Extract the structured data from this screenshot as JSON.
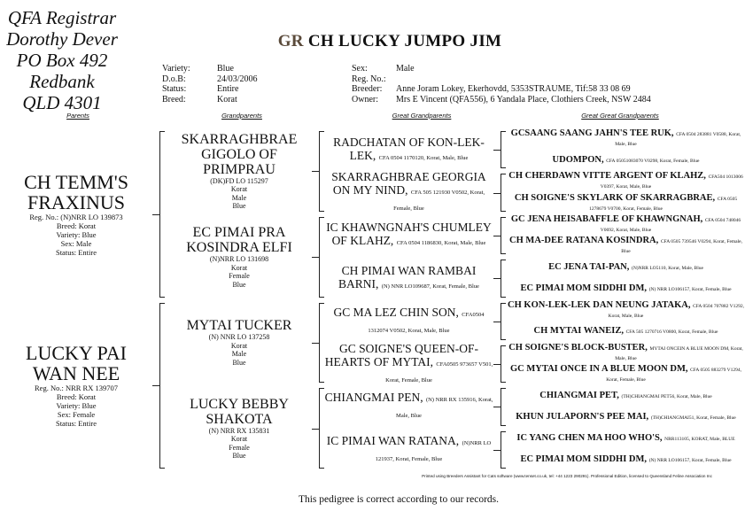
{
  "registrar": {
    "lines": [
      "QFA Registrar",
      "Dorothy Dever",
      "PO Box 492  Redbank",
      "QLD 4301"
    ]
  },
  "title": {
    "prefix": "GR",
    "name": "CH LUCKY JUMPO JIM"
  },
  "info_left": [
    {
      "label": "Variety:",
      "value": "Blue"
    },
    {
      "label": "D.o.B:",
      "value": "24/03/2006"
    },
    {
      "label": "Status:",
      "value": "Entire"
    },
    {
      "label": "Breed:",
      "value": "Korat"
    }
  ],
  "info_right": [
    {
      "label": "Sex:",
      "value": "Male"
    },
    {
      "label": "Reg. No.:",
      "value": ""
    },
    {
      "label": "Breeder:",
      "value": "Anne Joram Lokey, Ekerhovdd, 5353STRAUME, Tif:58 33 08 69"
    },
    {
      "label": "Owner:",
      "value": "Mrs E Vincent (QFA556), 6 Yandala Place, Clothiers Creek, NSW 2484"
    }
  ],
  "column_headers": [
    "Parents",
    "Grandparents",
    "Great Grandparents",
    "Great Great Grandparents"
  ],
  "pedigree": {
    "parents": [
      {
        "name": "CH TEMM'S FRAXINUS",
        "details": [
          "Reg. No.: (N)NRR LO 139873",
          "Breed: Korat",
          "Variety: Blue",
          "Sex: Male",
          "Status: Entire"
        ]
      },
      {
        "name": "LUCKY PAI WAN NEE",
        "details": [
          "Reg. No.: NRR RX 139707",
          "Breed: Korat",
          "Variety: Blue",
          "Sex: Female",
          "Status: Entire"
        ]
      }
    ],
    "grandparents": [
      {
        "name": "SKARRAGHBRAE GIGOLO OF PRIMPRAU",
        "details": [
          "(DK)FD LO 115297",
          "Korat",
          "Male",
          "Blue"
        ]
      },
      {
        "name": "EC PIMAI PRA KOSINDRA ELFI",
        "details": [
          "(N)NRR LO 131698",
          "Korat",
          "Female",
          "Blue"
        ]
      },
      {
        "name": "MYTAI TUCKER",
        "details": [
          "(N) NNR LO 137258",
          "Korat",
          "Male",
          "Blue"
        ]
      },
      {
        "name": "LUCKY BEBBY SHAKOTA",
        "details": [
          "(N) NRR RX 135831",
          "Korat",
          "Female",
          "Blue"
        ]
      }
    ],
    "great_grandparents": [
      {
        "name": "RADCHATAN OF KON-LEK-LEK,",
        "details": "CFA 0504 1170120, Korat, Male, Blue"
      },
      {
        "name": "SKARRAGHBRAE GEORGIA ON MY NIND,",
        "details": "CFA 505 121930 V0502, Korat, Female, Blue"
      },
      {
        "name": "IC KHAWNGNAH'S CHUMLEY OF KLAHZ,",
        "details": "CFA 0504 1186830, Korat, Male, Blue"
      },
      {
        "name": "CH PIMAI WAN RAMBAI BARNI,",
        "details": "(N) NNR LO109687, Korat, Female, Blue"
      },
      {
        "name": "GC MA LEZ CHIN SON,",
        "details": "CFA0504 1312074 V0502, Korat, Male, Blue"
      },
      {
        "name": "GC SOIGNE'S QUEEN-OF-HEARTS OF MYTAI,",
        "details": "CFA0505 973657 V501, Korat, Female, Blue"
      },
      {
        "name": "CHIANGMAI PEN,",
        "details": "(N) NRR RX 135916, Korat, Male, Blue"
      },
      {
        "name": "IC PIMAI WAN RATANA,",
        "details": "(N)NRR LO 121937, Korat, Female, Blue"
      }
    ],
    "great_great_grandparents": [
      {
        "name": "GCSAANG SAANG JAHN'S TEE RUK,",
        "details": "CFA 0504 283881 V0588, Korat, Male, Blue"
      },
      {
        "name": "UDOMPON,",
        "details": "CFA 05051083070 V0298, Korat, Female, Blue"
      },
      {
        "name": "CH CHERDAWN VITTE ARGENT OF KLAHZ,",
        "details": "CFA504 1013006 V0397, Korat, Male, Blue"
      },
      {
        "name": "CH SOIGNE'S SKYLARK OF SKARRAGBRAE,",
        "details": "CFA 0505 1278679 V0700, Korat, Female, Blue"
      },
      {
        "name": "GC JENA HEISABAFFLE OF KHAWNGNAH,",
        "details": "CFA 0504 748046 V0692, Korat, Male, Blue"
      },
      {
        "name": "CH MA-DEE RATANA KOSINDRA,",
        "details": "CFA 0505 739546 V0294, Korat, Female, Blue"
      },
      {
        "name": "EC JENA TAI-PAN,",
        "details": "(N)NRR LO5110, Korat, Male, Blue"
      },
      {
        "name": "EC PIMAI MOM SIDDHI DM,",
        "details": "(N) NRR LO106157, Korat, Female, Blue"
      },
      {
        "name": "CH KON-LEK-LEK DAN NEUNG JATAKA,",
        "details": "CFA 0504 707882 V1292, Korat, Male, Blue"
      },
      {
        "name": "CH MYTAI WANEIZ,",
        "details": "CFA 505 1270716 V0800, Korat, Female, Blue"
      },
      {
        "name": "CH SOIGNE'S BLOCK-BUSTER,",
        "details": "MYTAI ONCEIN A BLUE MOON DM, Korat, Male, Blue"
      },
      {
        "name": "GC MYTAI ONCE IN A BLUE MOON DM,",
        "details": "CFA 0505 883279 V1294, Korat, Female, Blue"
      },
      {
        "name": "CHIANGMAI PET,",
        "details": "(TH)CHIANGMAI PET56, Korat, Male, Blue"
      },
      {
        "name": "KHUN JULAPORN'S PEE MAI,",
        "details": "(TH)CHIANGMAI51, Korat, Female, Blue"
      },
      {
        "name": "IC YANG CHEN MA HOO WHO'S,",
        "details": "NRR113105, KORAT, Male, BLUE"
      },
      {
        "name": "EC PIMAI MOM SIDDHI DM,",
        "details": "(N) NRR LO106157, Korat, Female, Blue"
      }
    ]
  },
  "footer_note": "Printed using Breeders Assistant for Cats software (www.tenset.co.uk, tel: +44 1223 290291). Professional Edition, licensed to Queensland Feline Association Inc",
  "certification": "This pedigree is correct according to our records."
}
